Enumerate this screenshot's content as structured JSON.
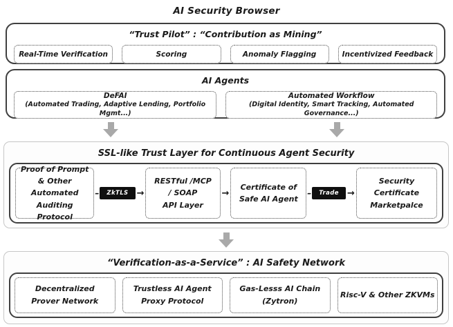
{
  "page": {
    "title": "AI Security Browser"
  },
  "colors": {
    "badge_bg": "#0f0f0f",
    "arrow_gray": "#a9a9a9",
    "border_dark": "#3f3f3f"
  },
  "icons": {
    "arrow_right": "→",
    "dash": "–"
  },
  "trust_pilot": {
    "title": "“Trust Pilot” : “Contribution as Mining”",
    "items": [
      "Real-Time Verification",
      "Scoring",
      "Anomaly Flagging",
      "Incentivized Feedback"
    ]
  },
  "ai_agents": {
    "title": "AI Agents",
    "groups": [
      {
        "name": "DeFAI",
        "detail": "(Automated Trading, Adaptive Lending, Portfolio Mgmt...)"
      },
      {
        "name": "Automated Workflow",
        "detail": "(Digital Identity, Smart Tracking, Automated Governance...)"
      }
    ]
  },
  "trust_layer": {
    "title": "SSL-like Trust Layer for Continuous Agent Security",
    "steps": {
      "audit": "Proof of Prompt\n& Other Automated\nAuditing Protocol",
      "api": "RESTful /MCP\n/ SOAP\nAPI Layer",
      "certificate": "Certificate of\nSafe AI Agent",
      "marketplace": "Security\nCertificate\nMarketpalce"
    },
    "badges": {
      "zktls": "ZkTLS",
      "trade": "Trade"
    }
  },
  "safety_network": {
    "title": "“Verification-as-a-Service” : AI Safety Network",
    "items": [
      "Decentralized\nProver Network",
      "Trustless AI Agent\nProxy Protocol",
      "Gas-Lesss AI Chain\n(Zytron)",
      "Risc-V & Other ZKVMs"
    ]
  }
}
